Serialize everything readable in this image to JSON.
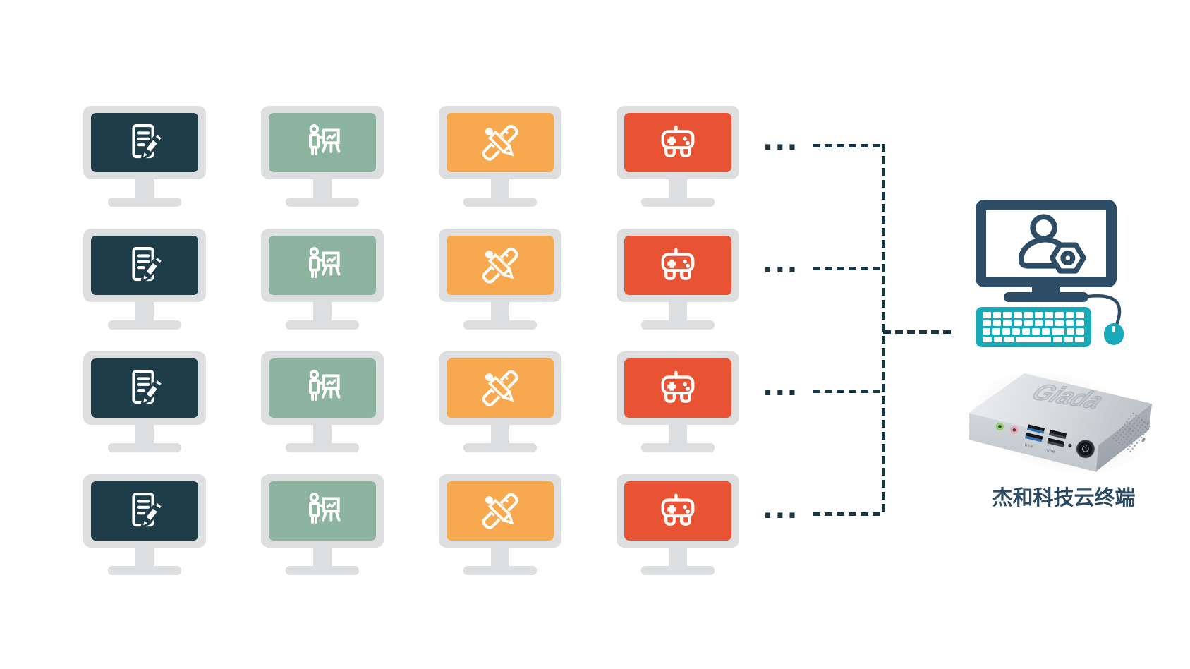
{
  "diagram": {
    "caption": "杰和科技云终端",
    "ellipsis": "...",
    "rows": 4,
    "client_columns": [
      {
        "icon": "document-edit-icon",
        "screen_color": "#1e3d49"
      },
      {
        "icon": "presenter-chart-icon",
        "screen_color": "#8cb49f"
      },
      {
        "icon": "ruler-pencil-icon",
        "screen_color": "#f8a84e"
      },
      {
        "icon": "gamepad-icon",
        "screen_color": "#e85433"
      }
    ],
    "admin": {
      "icon": "user-gear-icon"
    },
    "device": {
      "logo": "Giada",
      "usb_label": "USB"
    },
    "colors": {
      "frame_gray": "#dcdedf",
      "connector": "#1b3642",
      "navy": "#2d4c65",
      "teal": "#19aab8",
      "caption": "#2b4a61"
    }
  }
}
